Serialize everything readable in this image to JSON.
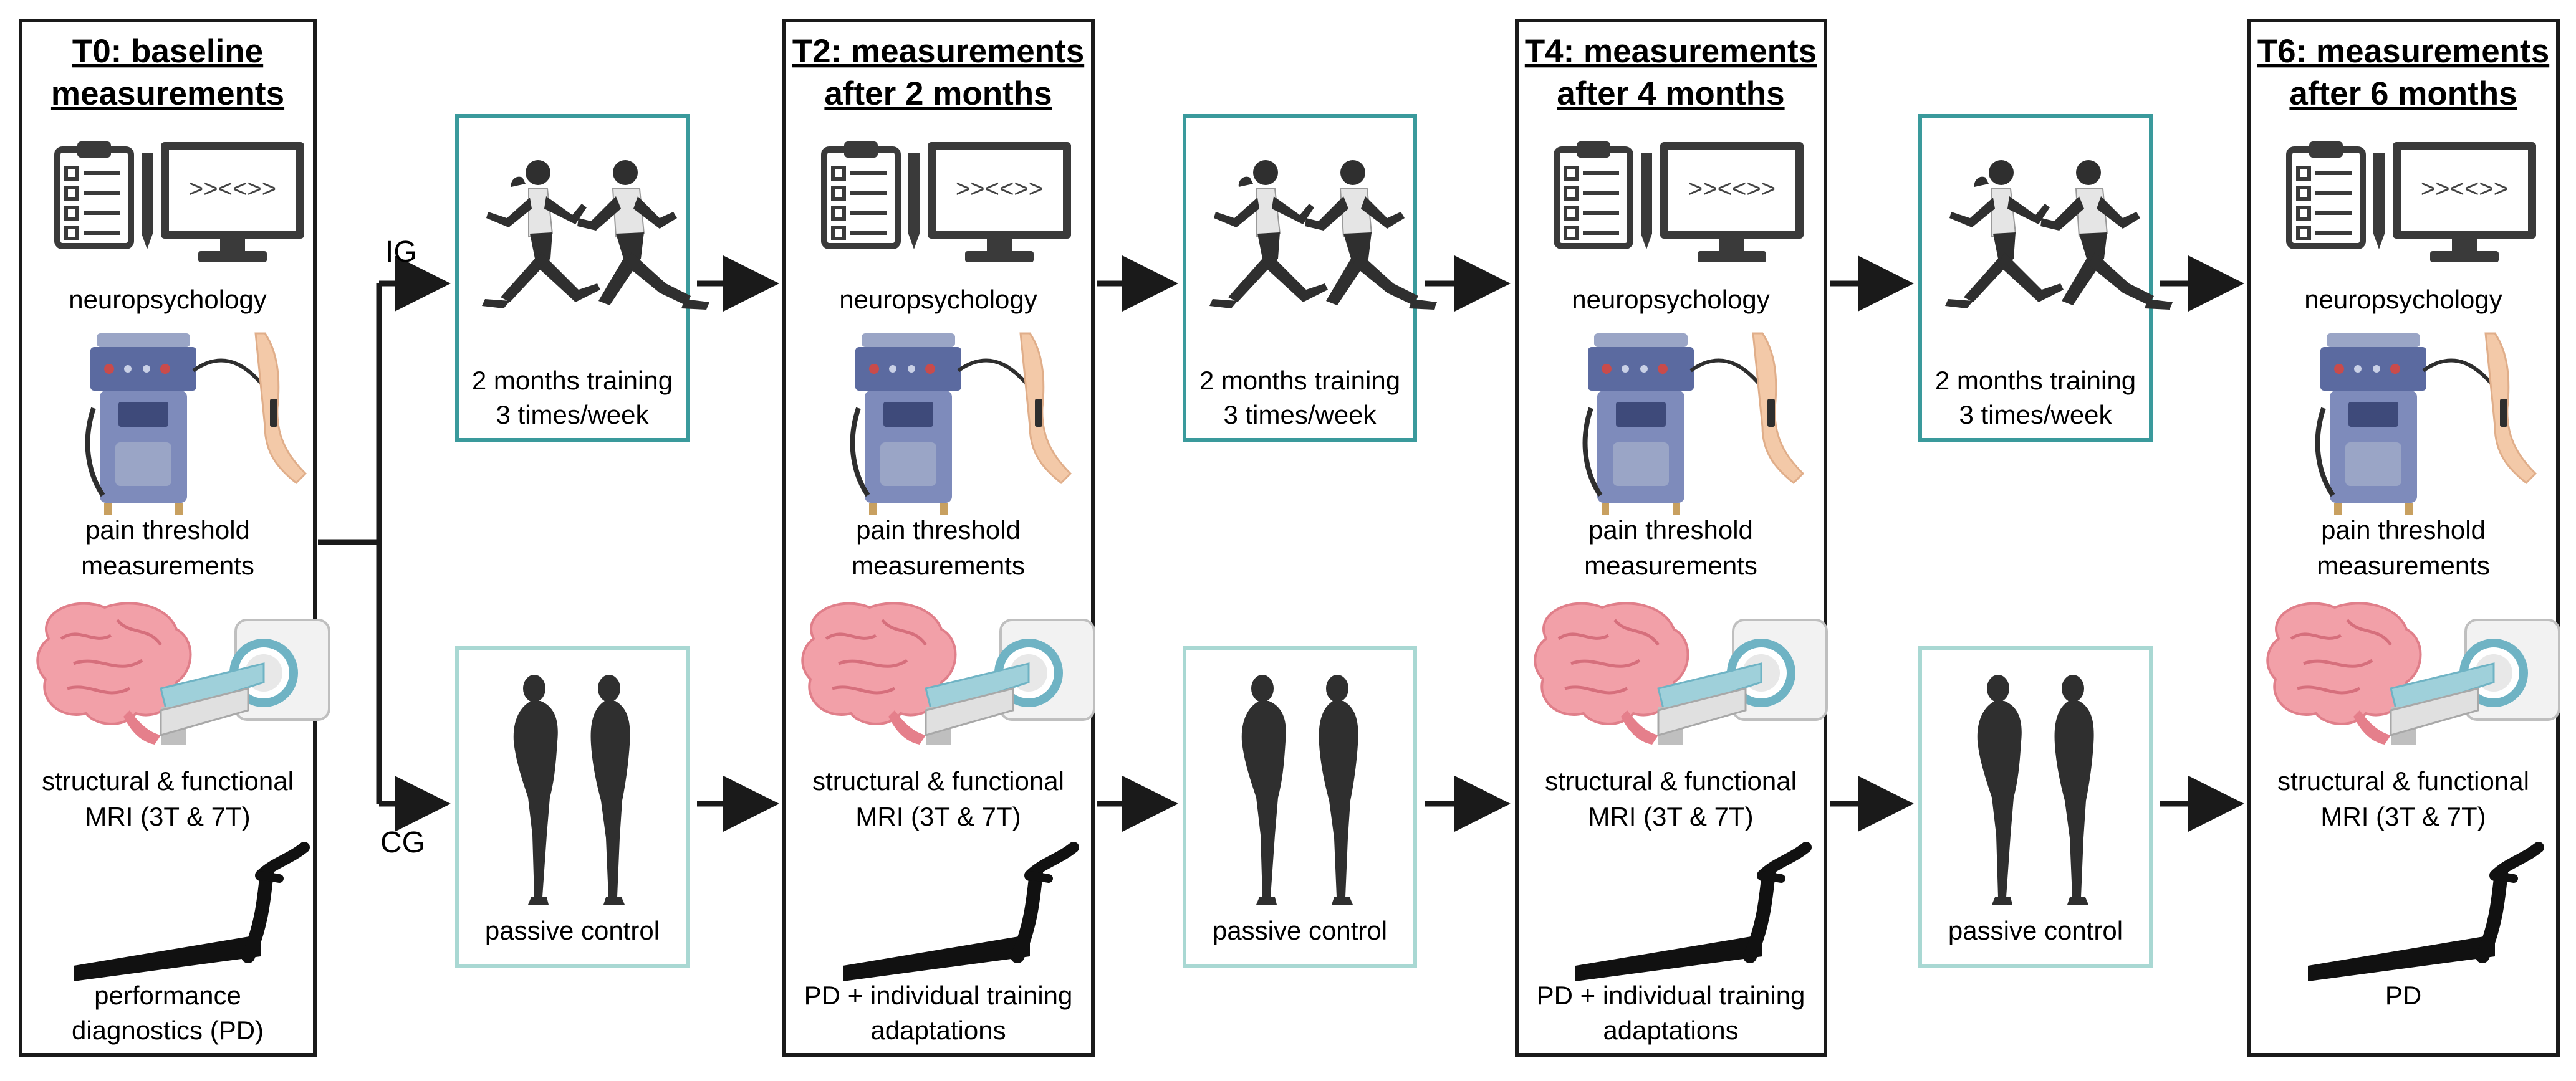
{
  "timepoints": [
    {
      "id": "T0",
      "title_line1": "T0: baseline",
      "title_line2": "measurements",
      "neuropsychology": "neuropsychology",
      "pain_line1": "pain threshold",
      "pain_line2": "measurements",
      "mri_line1": "structural & functional",
      "mri_line2": "MRI (3T & 7T)",
      "pd_line1": "performance",
      "pd_line2": "diagnostics (PD)"
    },
    {
      "id": "T2",
      "title_line1": "T2: measurements",
      "title_line2": "after 2 months",
      "neuropsychology": "neuropsychology",
      "pain_line1": "pain threshold",
      "pain_line2": "measurements",
      "mri_line1": "structural & functional",
      "mri_line2": "MRI (3T & 7T)",
      "pd_line1": "PD + individual training",
      "pd_line2": "adaptations"
    },
    {
      "id": "T4",
      "title_line1": "T4: measurements",
      "title_line2": "after 4 months",
      "neuropsychology": "neuropsychology",
      "pain_line1": "pain threshold",
      "pain_line2": "measurements",
      "mri_line1": "structural & functional",
      "mri_line2": "MRI (3T & 7T)",
      "pd_line1": "PD + individual training",
      "pd_line2": "adaptations"
    },
    {
      "id": "T6",
      "title_line1": "T6: measurements",
      "title_line2": "after 6 months",
      "neuropsychology": "neuropsychology",
      "pain_line1": "pain threshold",
      "pain_line2": "measurements",
      "mri_line1": "structural & functional",
      "mri_line2": "MRI (3T & 7T)",
      "pd_line1": "PD",
      "pd_line2": ""
    }
  ],
  "groups": {
    "intervention_label": "IG",
    "control_label": "CG"
  },
  "training_box": {
    "line1": "2 months  training",
    "line2": "3 times/week"
  },
  "control_box": {
    "label": "passive control"
  },
  "icons": {
    "clipboard": "clipboard-icon",
    "monitor": "monitor-icon",
    "monitor_text": ">><<>>",
    "pain_device": "pain-threshold-device-icon",
    "arm": "arm-icon",
    "brain": "brain-icon",
    "mri": "mri-scanner-icon",
    "treadmill": "treadmill-icon",
    "runners": "runners-icon",
    "standing": "standing-people-icon"
  },
  "colors": {
    "training_border": "#3a9a9c",
    "control_border": "#a9d8d3",
    "frame": "#1a1a1a",
    "text": "#1a1a1a"
  }
}
